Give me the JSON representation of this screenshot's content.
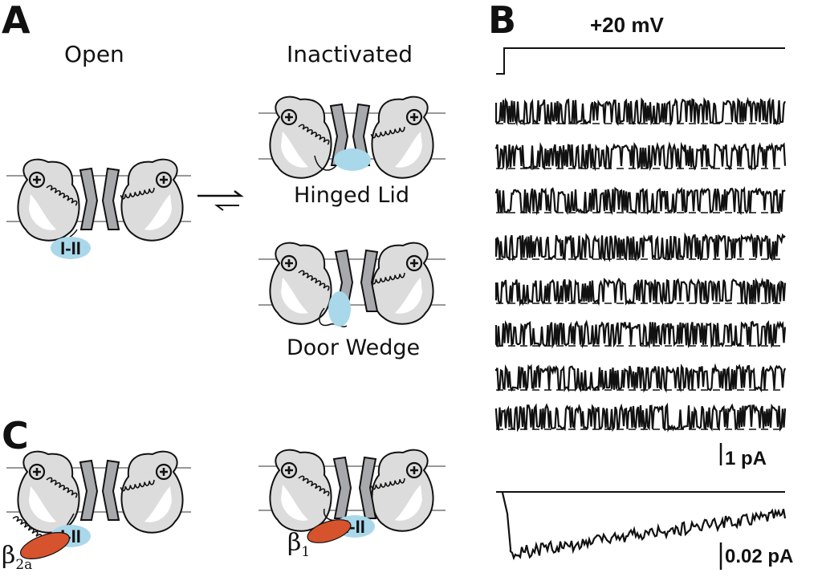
{
  "panels": {
    "a": {
      "letter": "A",
      "open_label": "Open",
      "inactivated_label": "Inactivated",
      "hinged_label": "Hinged Lid",
      "door_label": "Door Wedge",
      "loop_label": "I-II"
    },
    "b": {
      "letter": "B",
      "voltage_label": "+20 mV",
      "scale_1": "1 pA",
      "scale_2": "0.02 pA"
    },
    "c": {
      "letter": "C",
      "beta2a_label": "β",
      "beta2a_sub": "2a",
      "beta1_label": "β",
      "beta1_sub": "1",
      "loop_label": "I-II"
    }
  },
  "colors": {
    "lid": "#a9d8ea",
    "beta": "#d6532d",
    "voltage_sensor": "#dcdcdc",
    "pore": "#a7a9ac",
    "ink": "#111111"
  }
}
